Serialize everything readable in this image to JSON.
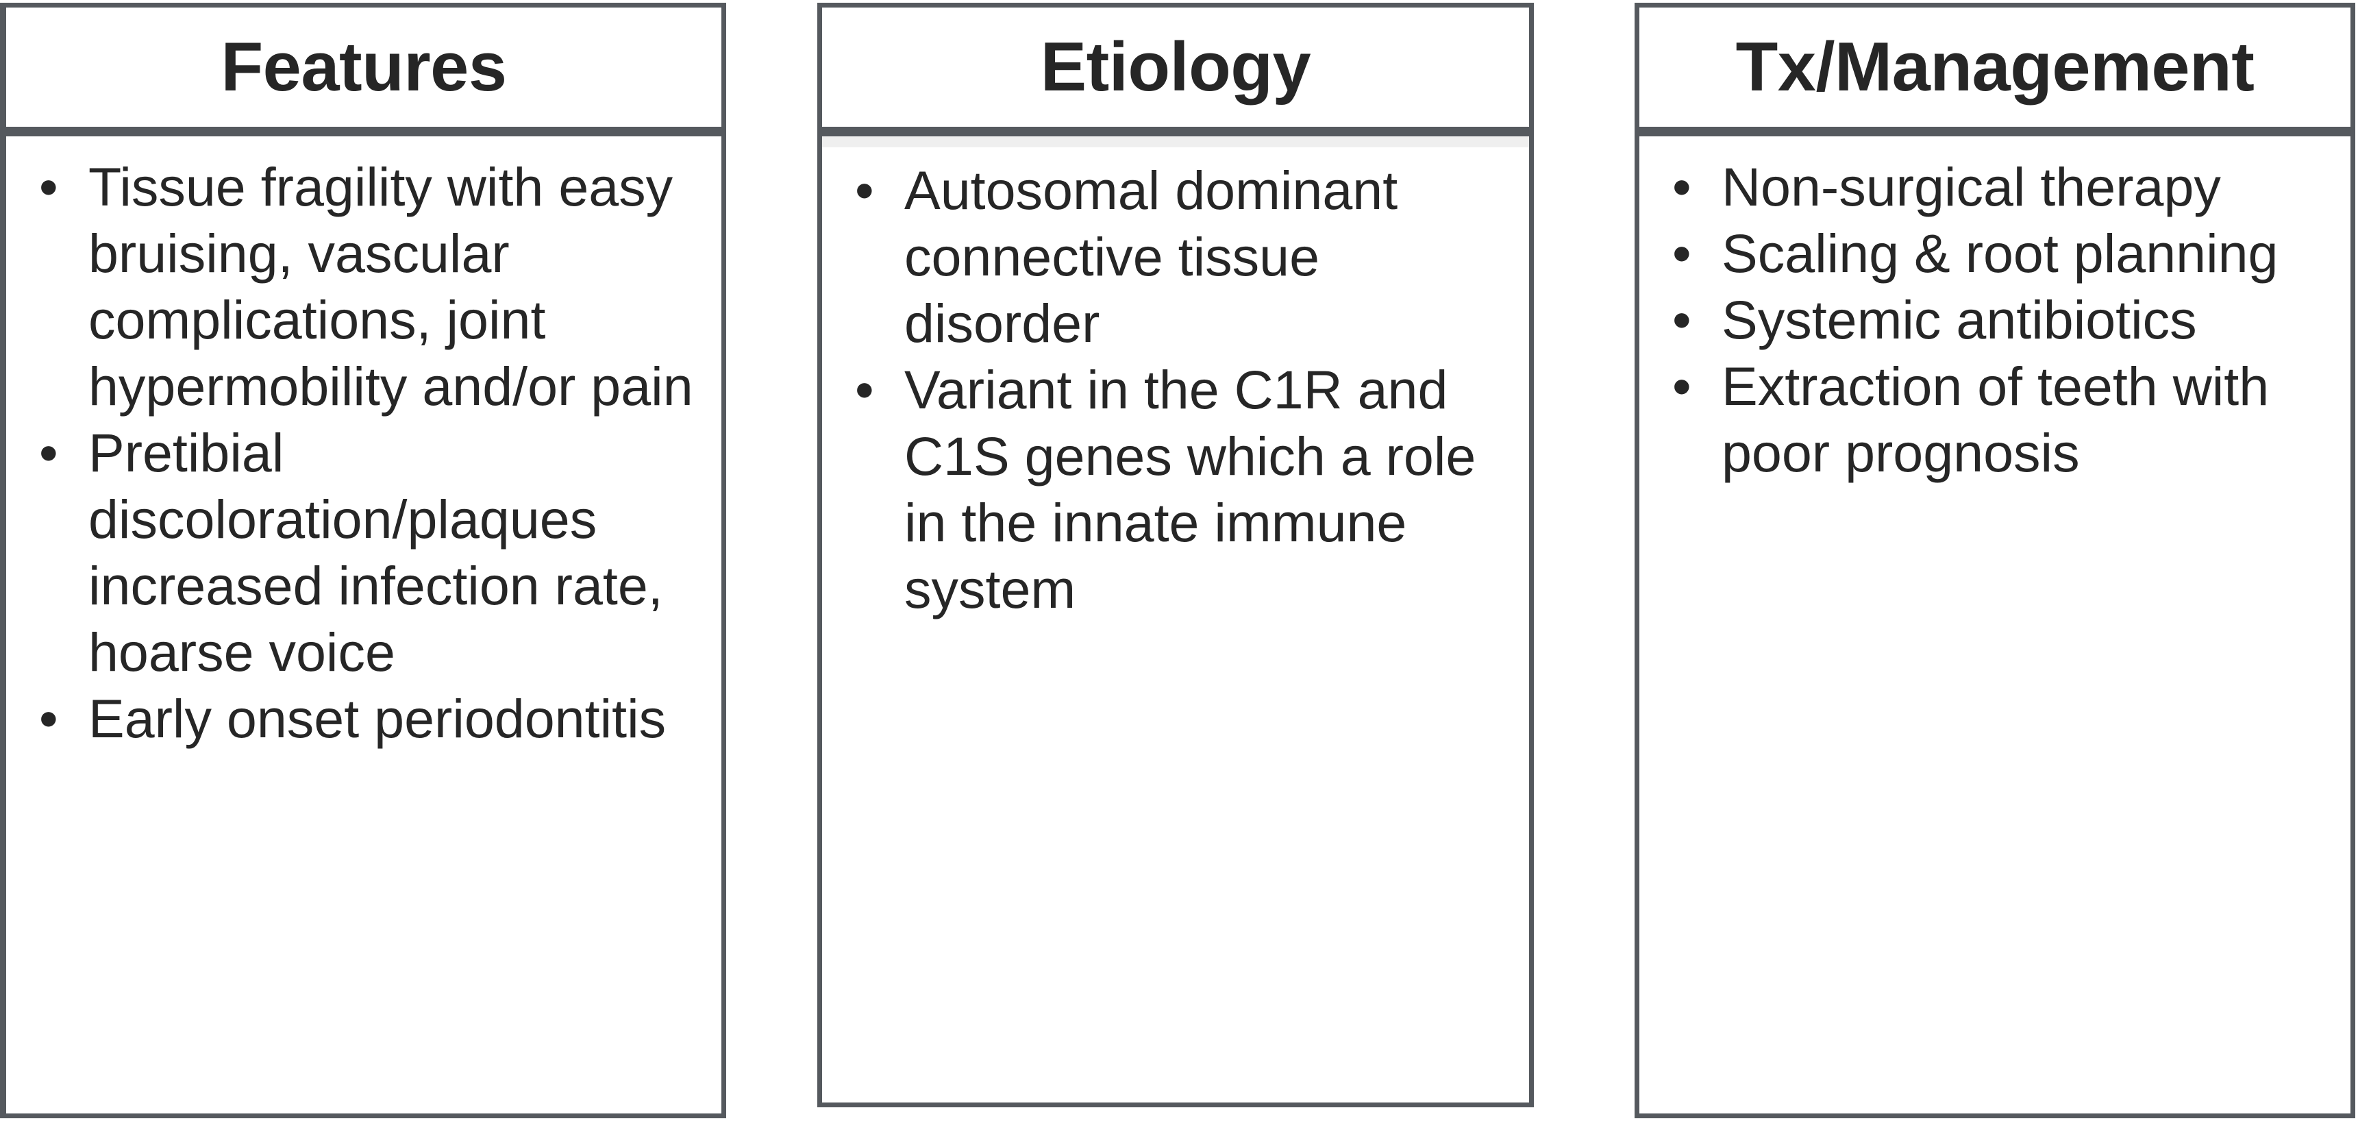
{
  "layout": {
    "kind": "three-column-comparison-table",
    "columns_count": 3,
    "border_color": "#55595e",
    "text_color": "#262626",
    "background_color": "#ffffff",
    "wash_strip_color": "#efefef",
    "bullet_glyph": "•"
  },
  "columns": [
    {
      "id": "features",
      "header": "Features",
      "bullets": [
        "Tissue fragility with easy bruising, vascular complications, joint hypermobility and/or pain",
        "Pretibial discoloration/plaques increased infection rate, hoarse voice",
        "Early onset periodontitis"
      ]
    },
    {
      "id": "etiology",
      "header": "Etiology",
      "bullets": [
        "Autosomal dominant connective tissue disorder",
        "Variant in the C1R and C1S genes which a role in the innate immune system"
      ]
    },
    {
      "id": "tx",
      "header": "Tx/Management",
      "bullets": [
        "Non-surgical therapy",
        "Scaling & root planning",
        "Systemic antibiotics",
        "Extraction of teeth with poor prognosis"
      ]
    }
  ]
}
